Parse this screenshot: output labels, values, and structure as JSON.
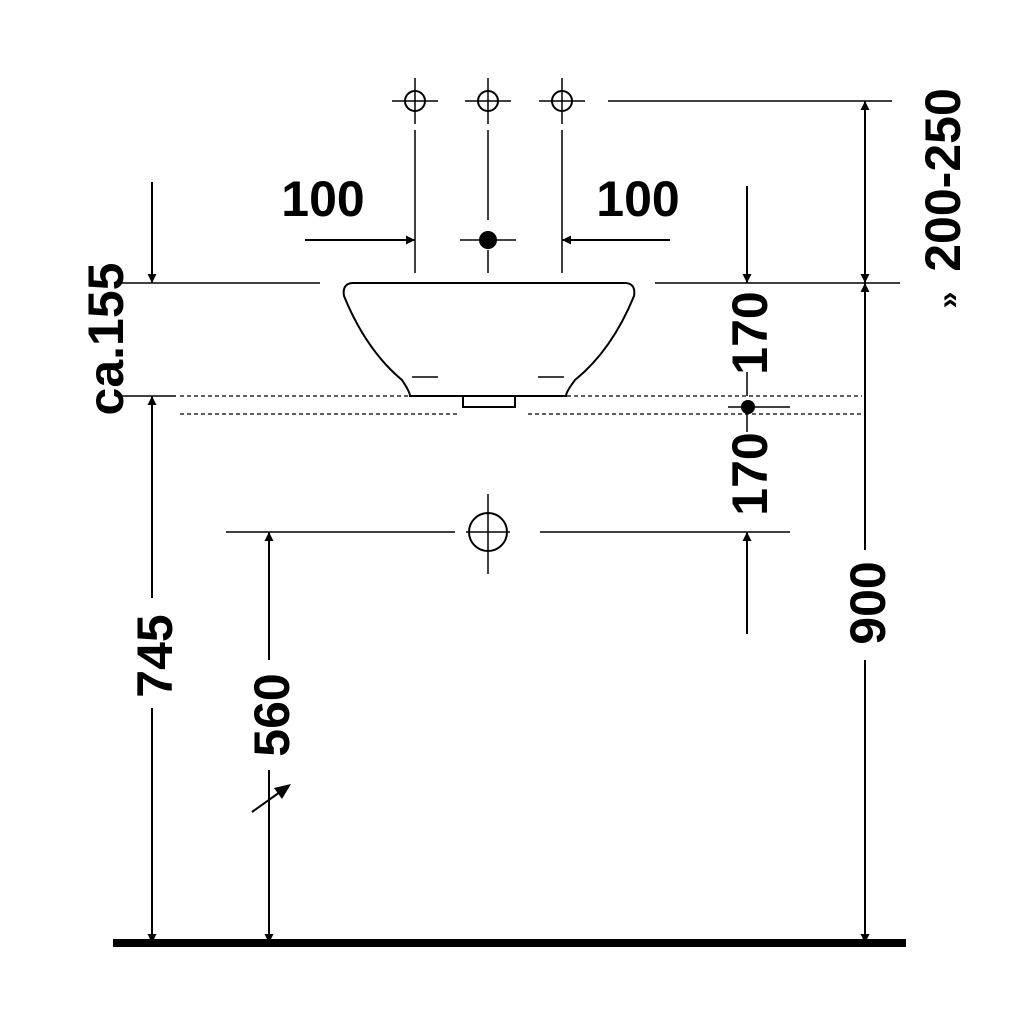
{
  "labels": {
    "tap_offset_left": "100",
    "tap_offset_right": "100",
    "tap_height": "200-250",
    "tap_height_marker": "»",
    "bowl_height": "ca.155",
    "overflow_upper": "170",
    "overflow_lower": "170",
    "counter_height": "745",
    "waste_height": "560",
    "total_height": "900"
  }
}
